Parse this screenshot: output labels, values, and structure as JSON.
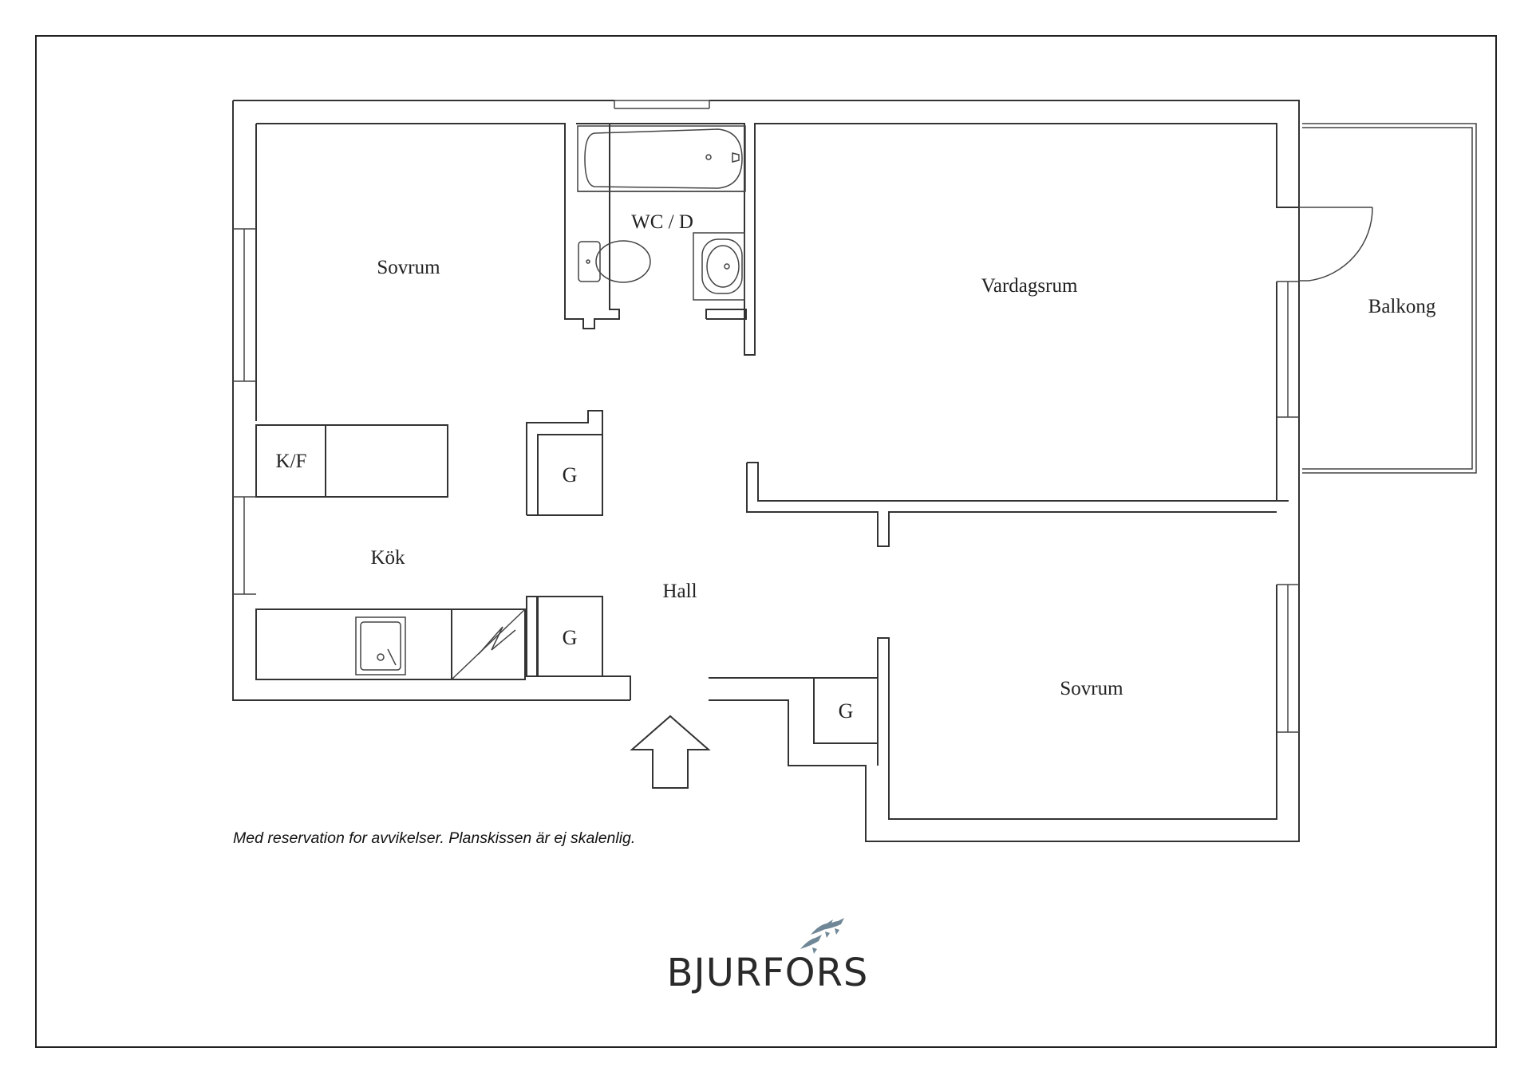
{
  "rooms": {
    "sovrum_top": "Sovrum",
    "wc": "WC / D",
    "vardagsrum": "Vardagsrum",
    "balkong": "Balkong",
    "kf": "K/F",
    "kok": "Kök",
    "hall": "Hall",
    "sovrum_bottom": "Sovrum"
  },
  "closets": {
    "g1": "G",
    "g2": "G",
    "g3": "G"
  },
  "disclaimer": "Med reservation for avvikelser. Planskissen är ej skalenlig.",
  "logo": {
    "text": "BJURFORS",
    "bird_color": "#6f8797"
  }
}
